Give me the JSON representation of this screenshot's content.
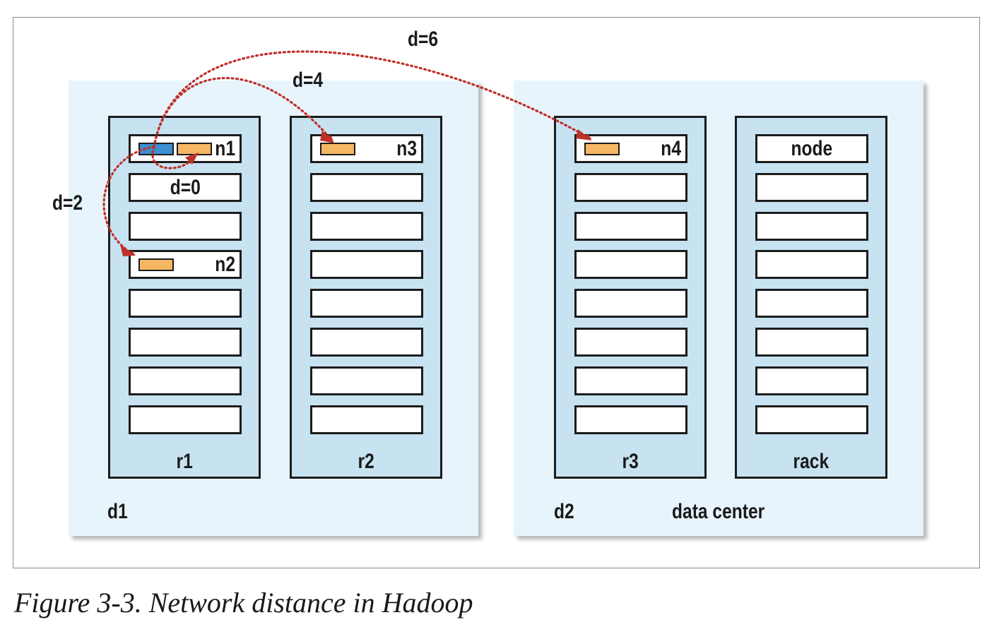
{
  "datacenters": [
    {
      "label": "d1",
      "racks": [
        {
          "label": "r1",
          "nodes": [
            {
              "label": "n1",
              "blocks": [
                "blue",
                "orange"
              ]
            },
            {
              "label": "d=0",
              "blocks": [],
              "center": true
            },
            {
              "label": "",
              "blocks": []
            },
            {
              "label": "n2",
              "blocks": [
                "orange"
              ]
            },
            {
              "label": "",
              "blocks": []
            },
            {
              "label": "",
              "blocks": []
            },
            {
              "label": "",
              "blocks": []
            },
            {
              "label": "",
              "blocks": []
            }
          ]
        },
        {
          "label": "r2",
          "nodes": [
            {
              "label": "n3",
              "blocks": [
                "orange"
              ]
            },
            {
              "label": "",
              "blocks": []
            },
            {
              "label": "",
              "blocks": []
            },
            {
              "label": "",
              "blocks": []
            },
            {
              "label": "",
              "blocks": []
            },
            {
              "label": "",
              "blocks": []
            },
            {
              "label": "",
              "blocks": []
            },
            {
              "label": "",
              "blocks": []
            }
          ]
        }
      ]
    },
    {
      "label": "d2",
      "racks": [
        {
          "label": "r3",
          "nodes": [
            {
              "label": "n4",
              "blocks": [
                "orange"
              ]
            },
            {
              "label": "",
              "blocks": []
            },
            {
              "label": "",
              "blocks": []
            },
            {
              "label": "",
              "blocks": []
            },
            {
              "label": "",
              "blocks": []
            },
            {
              "label": "",
              "blocks": []
            },
            {
              "label": "",
              "blocks": []
            },
            {
              "label": "",
              "blocks": []
            }
          ]
        },
        {
          "label": "rack",
          "nodes": [
            {
              "label": "node",
              "blocks": [],
              "center": true
            },
            {
              "label": "",
              "blocks": []
            },
            {
              "label": "",
              "blocks": []
            },
            {
              "label": "",
              "blocks": []
            },
            {
              "label": "",
              "blocks": []
            },
            {
              "label": "",
              "blocks": []
            },
            {
              "label": "",
              "blocks": []
            },
            {
              "label": "",
              "blocks": []
            }
          ]
        }
      ]
    }
  ],
  "legend": {
    "datacenter_label": "data center"
  },
  "distances": {
    "d2": "d=2",
    "d4": "d=4",
    "d6": "d=6"
  },
  "caption": "Figure 3-3. Network distance in Hadoop",
  "colors": {
    "datacenter_fill": "#e8f4fb",
    "rack_fill": "#c7e3f2",
    "block_orange": "#f5b764",
    "block_blue": "#3d8fd1",
    "arrow": "#c0302a"
  }
}
